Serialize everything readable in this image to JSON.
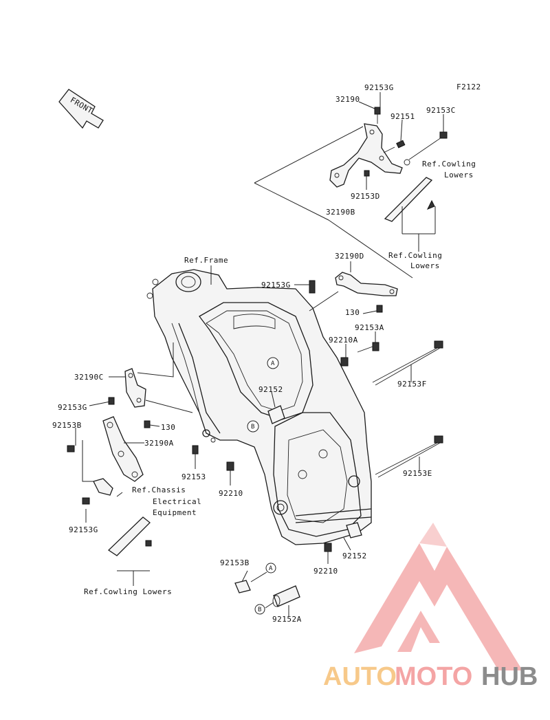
{
  "figure_code": "F2122",
  "front_marker": "FRONT",
  "part_labels": {
    "p92153G_top": "92153G",
    "p32190": "32190",
    "p92151": "92151",
    "p92153C": "92153C",
    "p92153D": "92153D",
    "p32190B": "32190B",
    "p32190D": "32190D",
    "p92153G_mid": "92153G",
    "p130_mid": "130",
    "p92153A": "92153A",
    "p92210A": "92210A",
    "p92153F": "92153F",
    "p32190C": "32190C",
    "p92152_center": "92152",
    "p92153G_left": "92153G",
    "p130_left": "130",
    "p92153B_left": "92153B",
    "p32190A": "32190A",
    "p92153": "92153",
    "p92210": "92210",
    "p92153E": "92153E",
    "p92153G_bottom": "92153G",
    "p92152_bottom": "92152",
    "p92210_bottom": "92210",
    "p92153B": "92153B",
    "p92152A": "92152A"
  },
  "ref_labels": {
    "frame": "Ref.Frame",
    "cowling_lowers_top_1": "Ref.Cowling",
    "cowling_lowers_top_2": "Lowers",
    "cowling_lowers_mid_1": "Ref.Cowling",
    "cowling_lowers_mid_2": "Lowers",
    "chassis_1": "Ref.Chassis",
    "chassis_2": "Electrical",
    "chassis_3": "Equipment",
    "cowling_lowers_bottom": "Ref.Cowling Lowers"
  },
  "circle_tags": {
    "a": "A",
    "b": "B"
  },
  "watermark": {
    "part1": "AUTO",
    "part2": "MOTO",
    "part3": "HUB",
    "color_auto": "#f7c98a",
    "color_moto": "#f4a5a5",
    "color_hub": "#8c8c8c",
    "logo_color": "#f2a0a0"
  }
}
